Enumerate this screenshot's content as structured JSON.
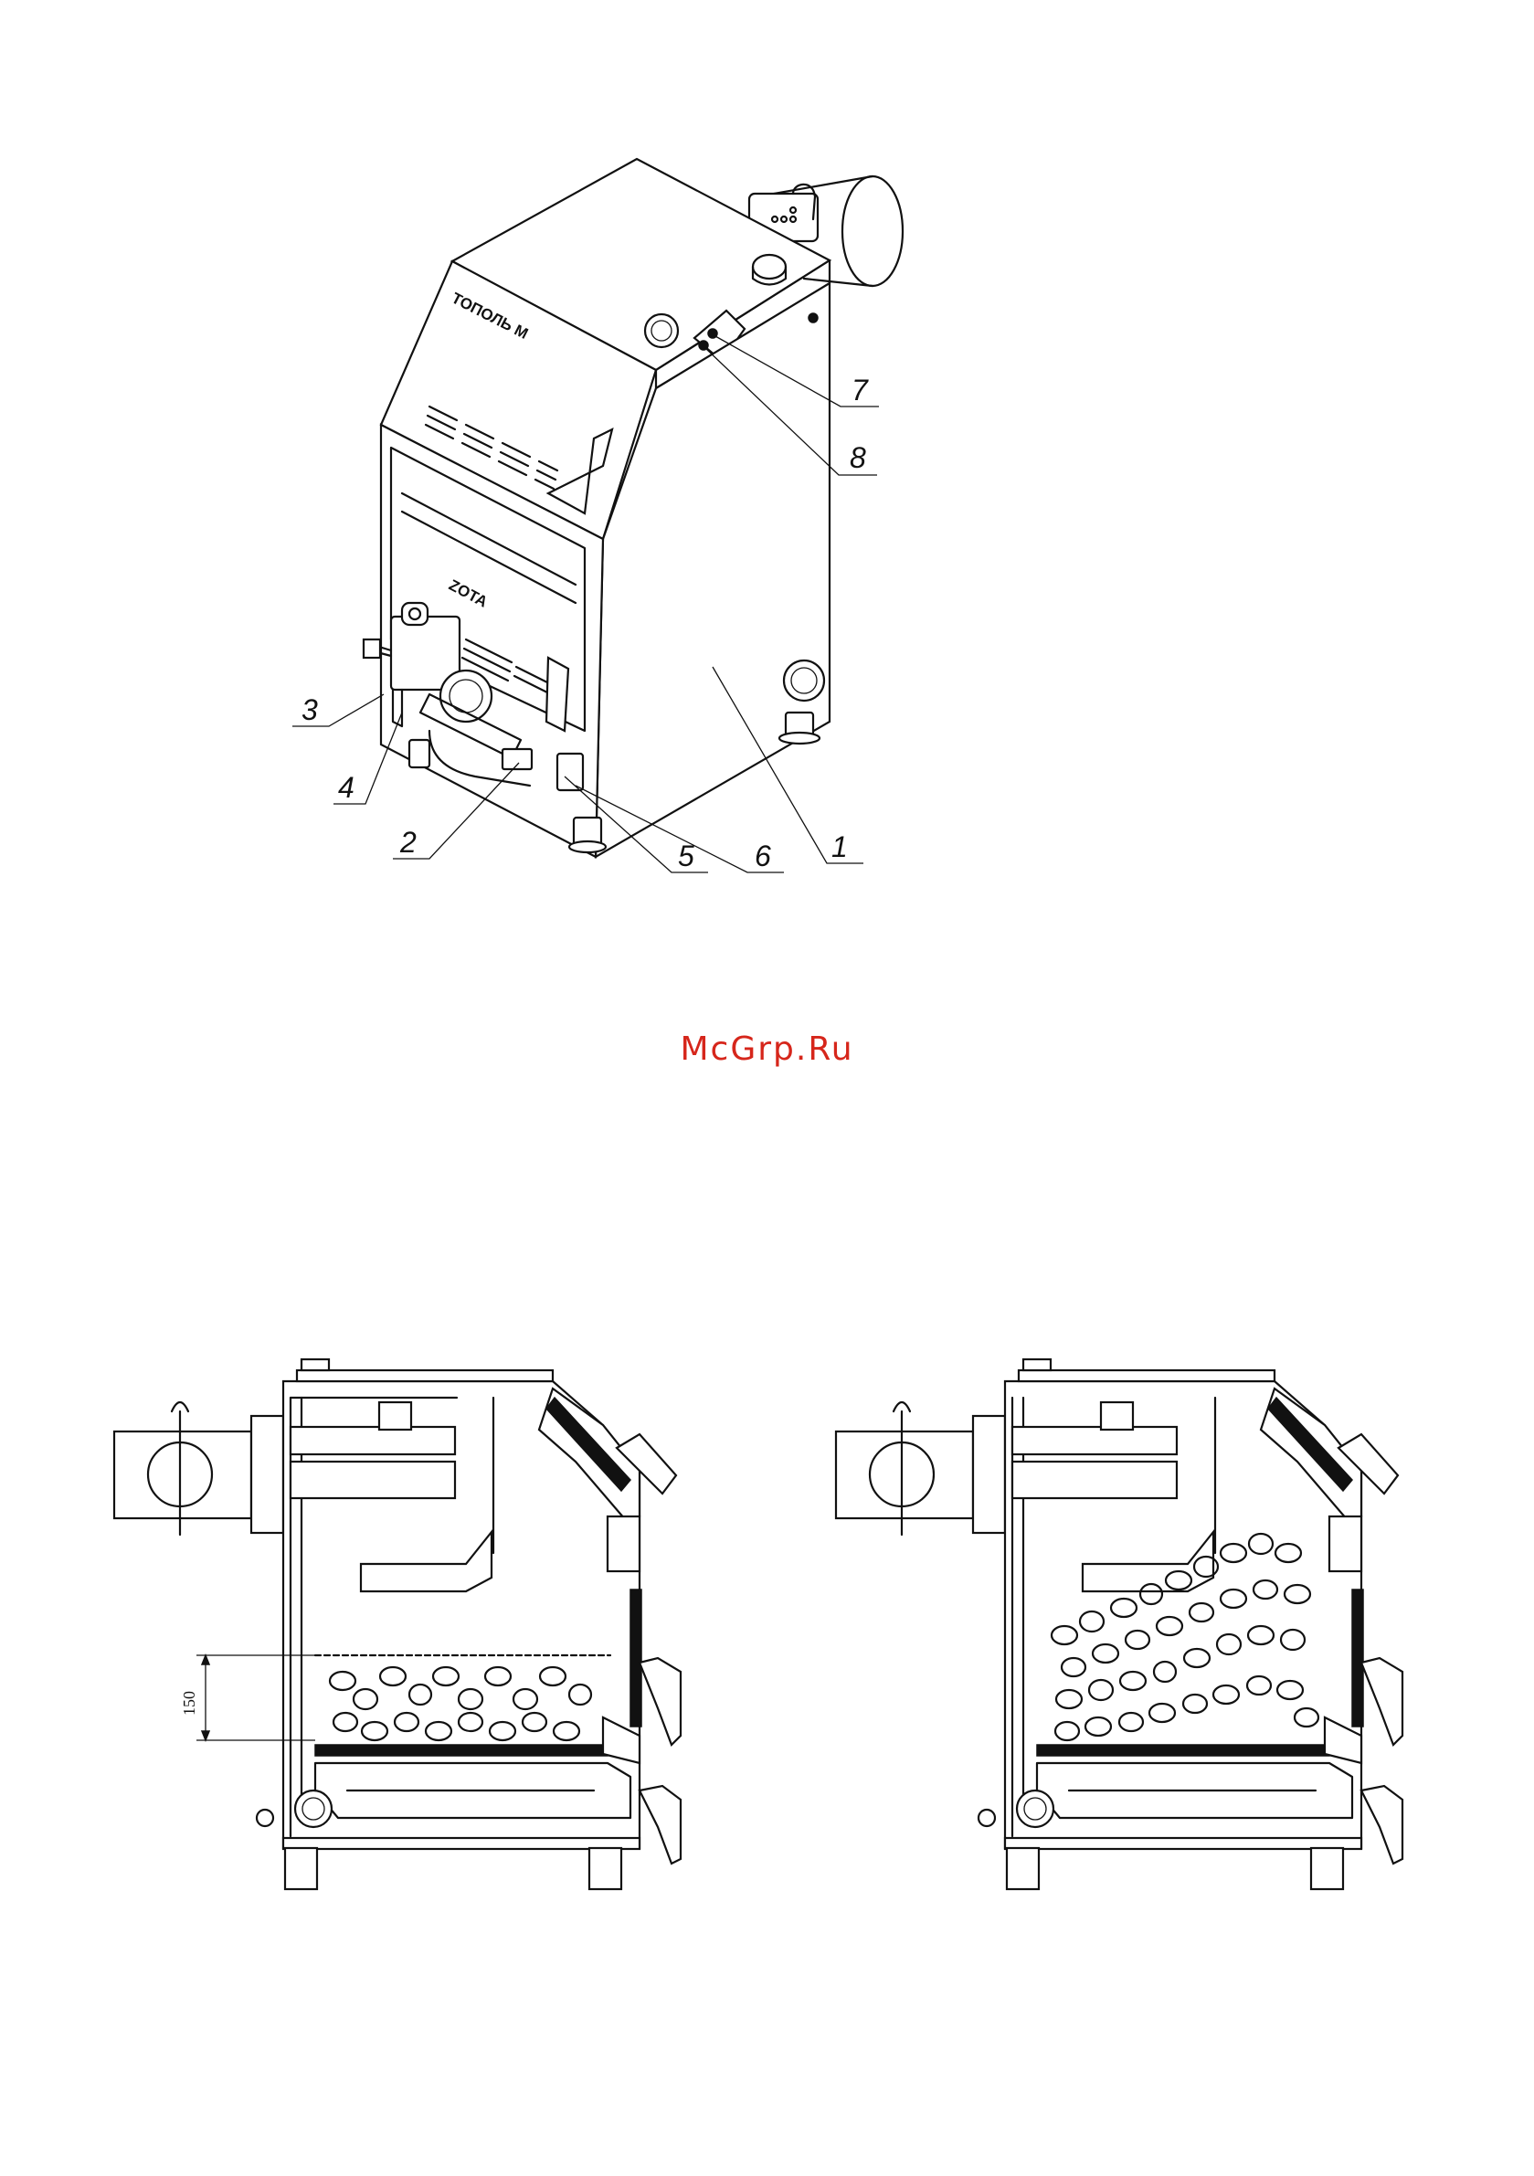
{
  "figure_top": {
    "brand_model": "ТОПОЛЬ М",
    "brand_maker": "ZOTA",
    "callouts": [
      {
        "id": "1",
        "label": "1"
      },
      {
        "id": "2",
        "label": "2"
      },
      {
        "id": "3",
        "label": "3"
      },
      {
        "id": "4",
        "label": "4"
      },
      {
        "id": "5",
        "label": "5"
      },
      {
        "id": "6",
        "label": "6"
      },
      {
        "id": "7",
        "label": "7"
      },
      {
        "id": "8",
        "label": "8"
      }
    ]
  },
  "figure_bottom_left": {
    "dimension_label": "150"
  },
  "watermark": "McGrp.Ru"
}
